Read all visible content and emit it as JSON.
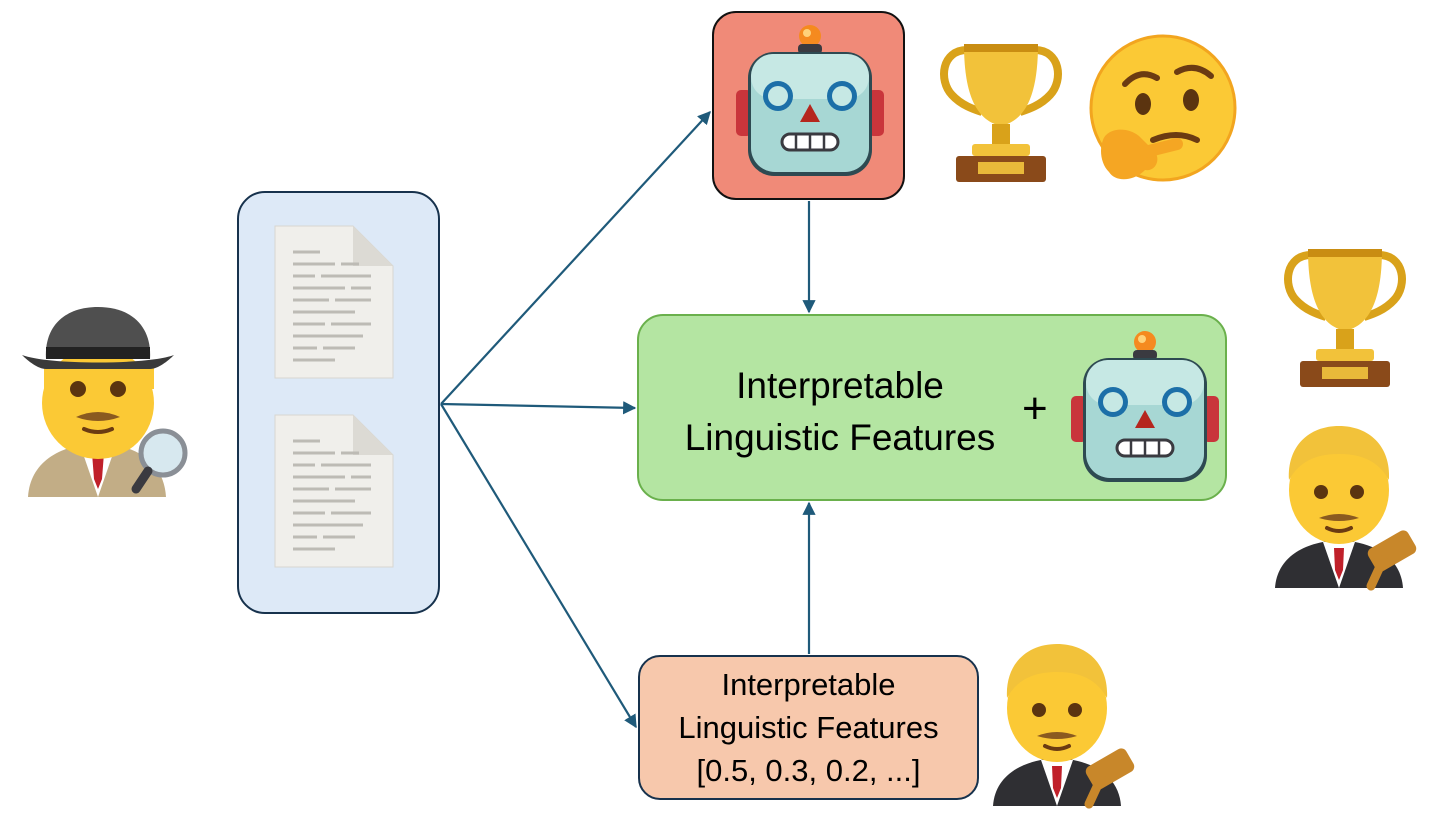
{
  "diagram": {
    "combined_box": {
      "line1": "Interpretable",
      "line2": "Linguistic Features",
      "plus": "+"
    },
    "feature_box": {
      "line1": "Interpretable",
      "line2": "Linguistic Features",
      "line3": "[0.5, 0.3, 0.2, ...]"
    },
    "icons": [
      "detective-icon",
      "document-icon",
      "robot-icon",
      "trophy-icon",
      "thinking-face-icon",
      "judge-icon"
    ],
    "colors": {
      "doc_panel": "#dde9f7",
      "robot_box": "#f08a78",
      "combined_box": "#b4e5a2",
      "feature_box": "#f7c8ac",
      "arrow": "#1f5a7a"
    }
  }
}
